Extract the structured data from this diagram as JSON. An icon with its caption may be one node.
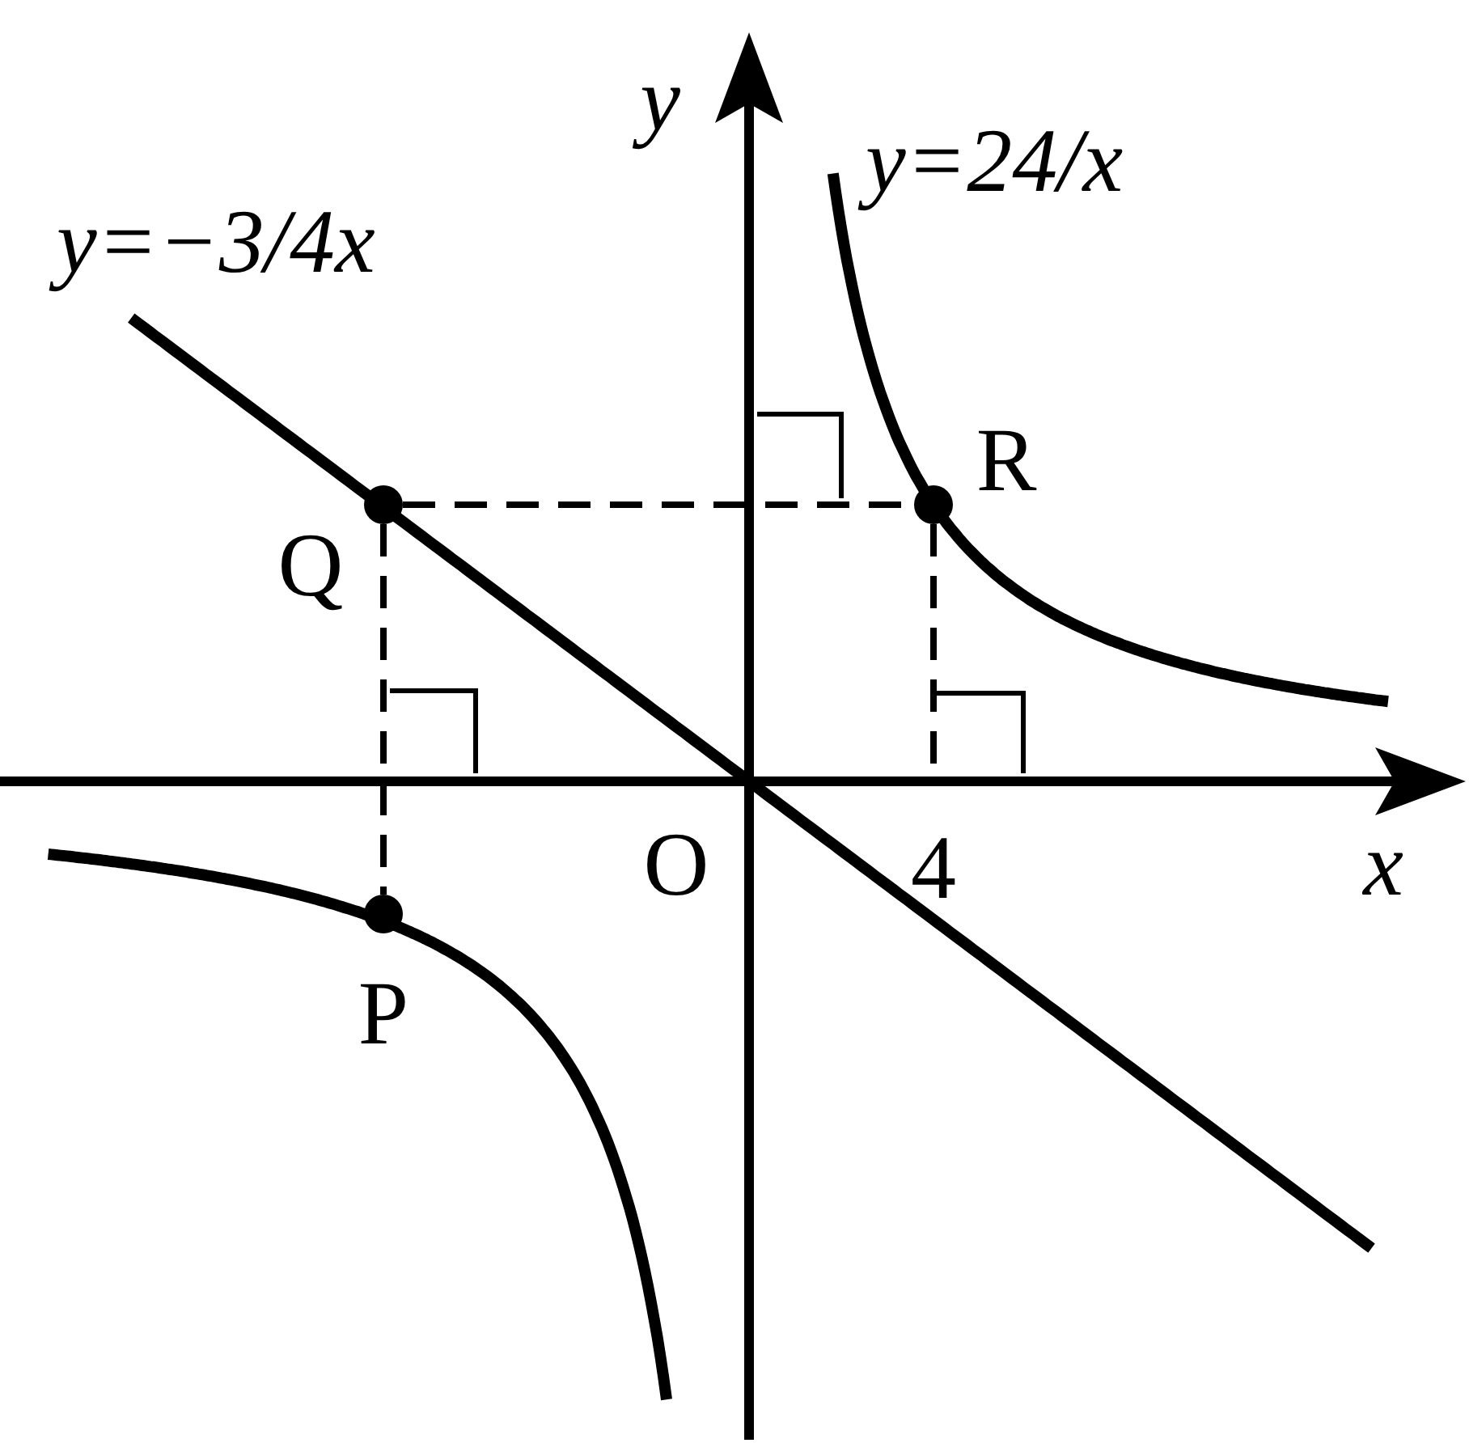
{
  "diagram": {
    "nodes": [
      {
        "text": [],
        "shape": "circle",
        "beside": [
          "Q"
        ]
      },
      {
        "text": [],
        "shape": "circle",
        "beside": [
          "R"
        ]
      },
      {
        "text": [],
        "shape": "circle",
        "beside": [
          "P"
        ]
      },
      {
        "text": [],
        "shape": "square"
      }
    ],
    "edges": [
      {
        "from": 0,
        "to": 1,
        "arrow": "none",
        "style": "dashed"
      },
      {
        "from": 0,
        "to": 2,
        "arrow": "none",
        "style": "dashed"
      },
      {
        "from": 1,
        "to": 3,
        "arrow": "none",
        "style": "dashed"
      }
    ],
    "labels": [
      "y",
      "y=24/x",
      "y=−3/4x",
      "O",
      "4",
      "x"
    ]
  }
}
